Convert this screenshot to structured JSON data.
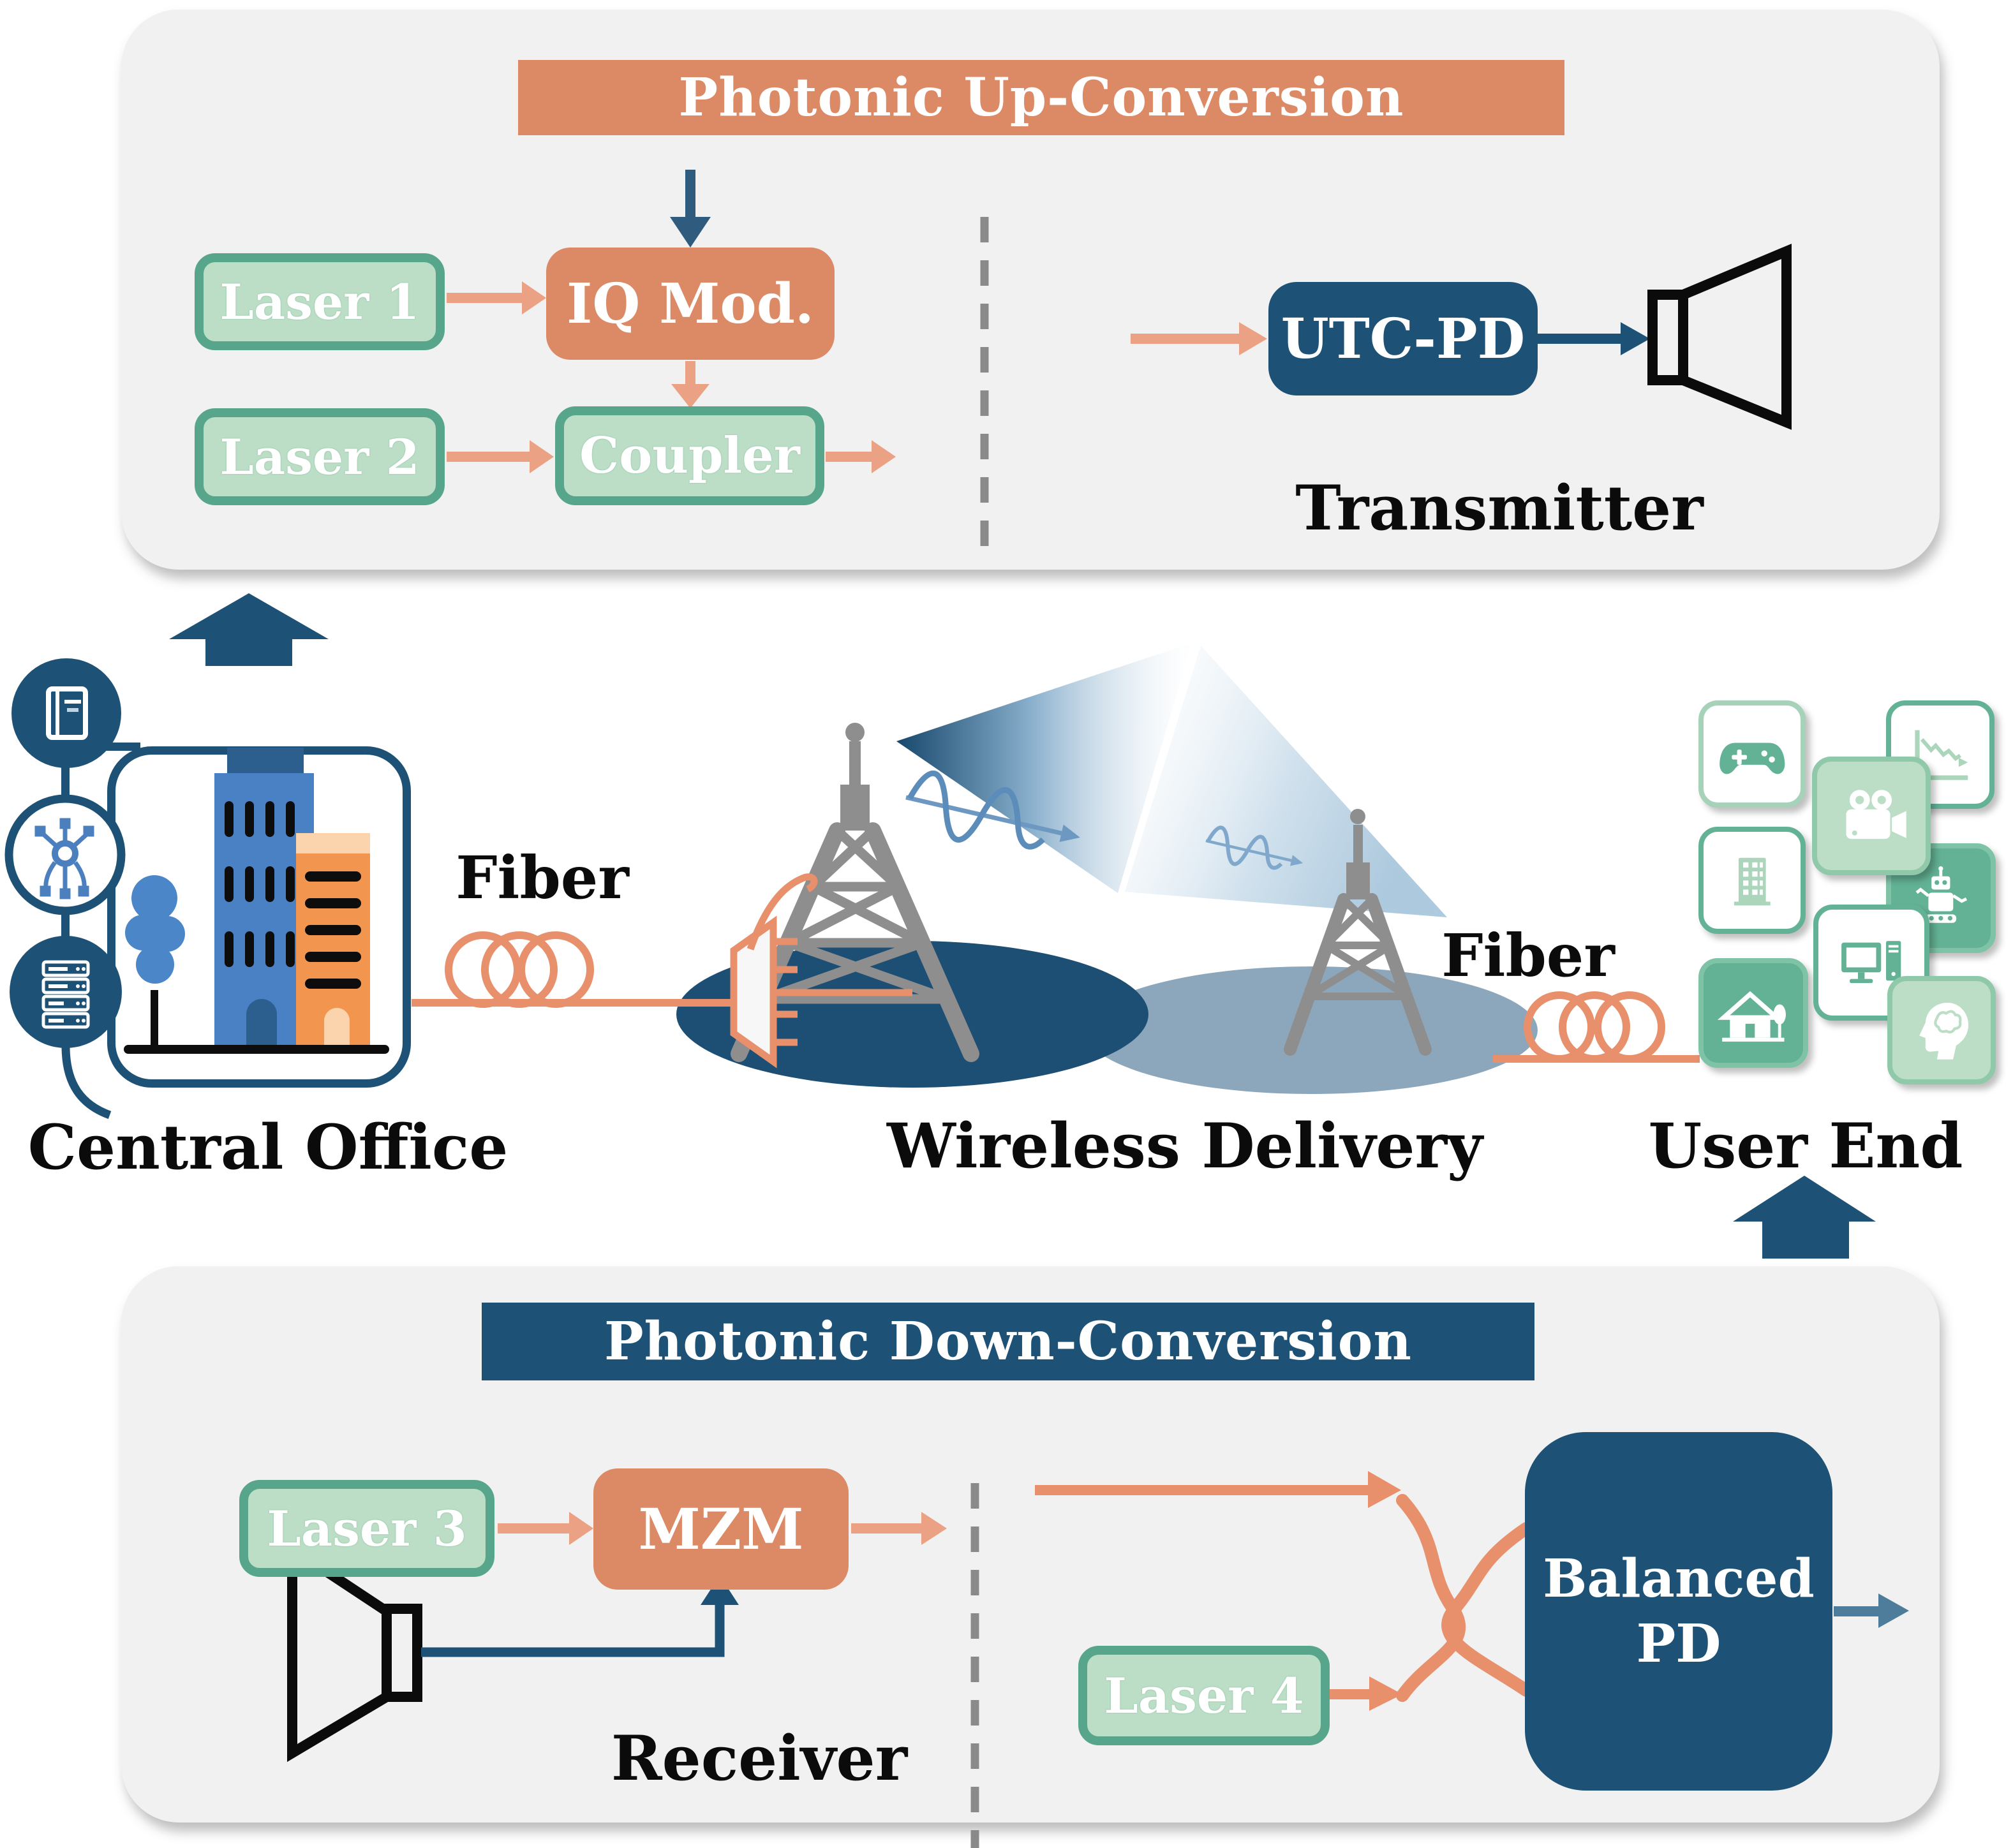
{
  "top_panel": {
    "banner": "Photonic Up-Conversion",
    "laser1": "Laser 1",
    "iq_mod": "IQ Mod.",
    "laser2": "Laser 2",
    "coupler": "Coupler",
    "utc_pd": "UTC-PD",
    "transmitter_label": "Transmitter"
  },
  "middle": {
    "central_office_label": "Central Office",
    "fiber_left_label": "Fiber",
    "wireless_label": "Wireless Delivery",
    "fiber_right_label": "Fiber",
    "user_end_label": "User End",
    "central_office_icons": [
      "document-book",
      "ai-gear",
      "server-stack"
    ],
    "user_end_icons": [
      "game-controller",
      "movie-camera",
      "line-chart",
      "office-building",
      "robot",
      "desktop-computer",
      "smart-home",
      "ai-brain"
    ]
  },
  "bottom_panel": {
    "banner": "Photonic Down-Conversion",
    "laser3": "Laser 3",
    "mzm": "MZM",
    "receiver_label": "Receiver",
    "laser4": "Laser 4",
    "balanced_line1": "Balanced",
    "balanced_line2": "PD"
  },
  "colors": {
    "salmon_banner": "#DC8A66",
    "orange_box": "#DC8966",
    "green_fill": "#BCDEC6",
    "green_border": "#57A68B",
    "dark_blue": "#1D5276",
    "salmon_line": "#E8906C",
    "steel_arrow": "#4E7D9B",
    "tower_gray": "#8E8E8E",
    "panel_bg": "#F1F1F1",
    "tile_green": "#63B295"
  }
}
